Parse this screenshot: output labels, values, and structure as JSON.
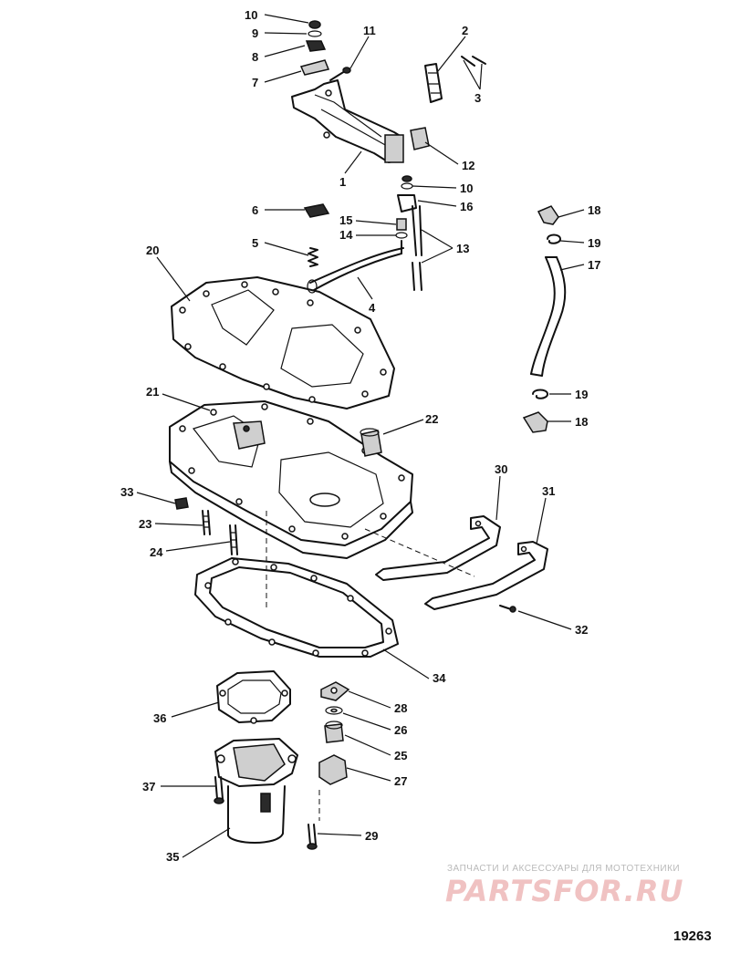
{
  "figure_number": "19263",
  "watermark": {
    "caption": "ЗАПЧАСТИ И АКСЕССУАРЫ ДЛЯ МОТОТЕХНИКИ",
    "logo_text": "PARTSFOR.RU"
  },
  "callouts": [
    {
      "id": "c10a",
      "label": "10"
    },
    {
      "id": "c9",
      "label": "9"
    },
    {
      "id": "c8",
      "label": "8"
    },
    {
      "id": "c7",
      "label": "7"
    },
    {
      "id": "c11",
      "label": "11"
    },
    {
      "id": "c2",
      "label": "2"
    },
    {
      "id": "c3",
      "label": "3"
    },
    {
      "id": "c12",
      "label": "12"
    },
    {
      "id": "c1",
      "label": "1"
    },
    {
      "id": "c10b",
      "label": "10"
    },
    {
      "id": "c16",
      "label": "16"
    },
    {
      "id": "c6",
      "label": "6"
    },
    {
      "id": "c15",
      "label": "15"
    },
    {
      "id": "c14",
      "label": "14"
    },
    {
      "id": "c13",
      "label": "13"
    },
    {
      "id": "c5",
      "label": "5"
    },
    {
      "id": "c4",
      "label": "4"
    },
    {
      "id": "c20",
      "label": "20"
    },
    {
      "id": "c18a",
      "label": "18"
    },
    {
      "id": "c19a",
      "label": "19"
    },
    {
      "id": "c17",
      "label": "17"
    },
    {
      "id": "c19b",
      "label": "19"
    },
    {
      "id": "c18b",
      "label": "18"
    },
    {
      "id": "c21",
      "label": "21"
    },
    {
      "id": "c22",
      "label": "22"
    },
    {
      "id": "c30",
      "label": "30"
    },
    {
      "id": "c31",
      "label": "31"
    },
    {
      "id": "c33",
      "label": "33"
    },
    {
      "id": "c23",
      "label": "23"
    },
    {
      "id": "c24",
      "label": "24"
    },
    {
      "id": "c32",
      "label": "32"
    },
    {
      "id": "c34",
      "label": "34"
    },
    {
      "id": "c28",
      "label": "28"
    },
    {
      "id": "c36",
      "label": "36"
    },
    {
      "id": "c26",
      "label": "26"
    },
    {
      "id": "c25",
      "label": "25"
    },
    {
      "id": "c27",
      "label": "27"
    },
    {
      "id": "c37",
      "label": "37"
    },
    {
      "id": "c29",
      "label": "29"
    },
    {
      "id": "c35",
      "label": "35"
    }
  ]
}
